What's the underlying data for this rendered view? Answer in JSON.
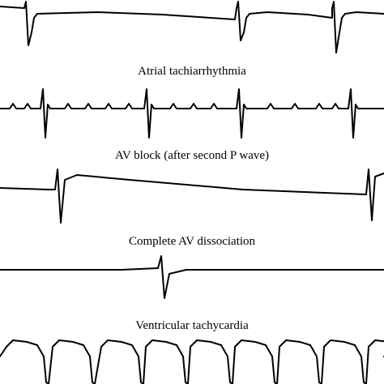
{
  "panels": [
    {
      "key": "sinus",
      "caption": ""
    },
    {
      "key": "atrial",
      "caption": "Atrial tachiarrhythmia"
    },
    {
      "key": "avblock",
      "caption": "AV block (after second P wave)"
    },
    {
      "key": "dissociation",
      "caption": "Complete AV dissociation"
    },
    {
      "key": "vt",
      "caption": "Ventricular tachycardia"
    }
  ],
  "colors": {
    "trace": "#000000",
    "background": "#ffffff"
  }
}
